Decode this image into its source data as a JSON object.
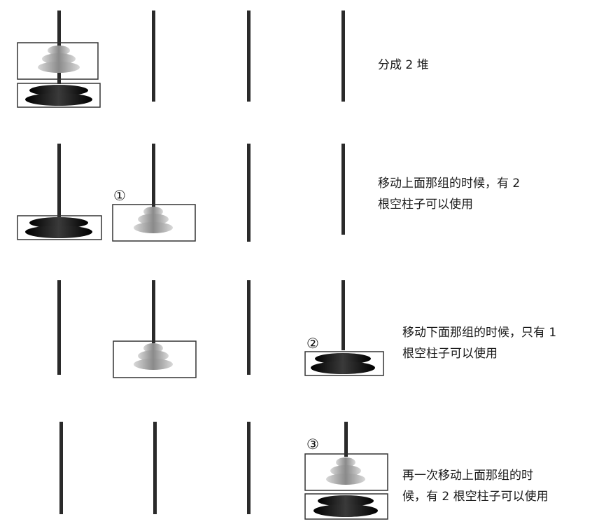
{
  "steps": [
    {
      "id": "split",
      "marker": "",
      "caption": [
        "分成 2 堆"
      ]
    },
    {
      "id": "step1",
      "marker": "①",
      "caption": [
        "移动上面那组的时候，有 2",
        "根空柱子可以使用"
      ]
    },
    {
      "id": "step2",
      "marker": "②",
      "caption": [
        "移动下面那组的时候，只有 1",
        "根空柱子可以使用"
      ]
    },
    {
      "id": "step3",
      "marker": "③",
      "caption": [
        "再一次移动上面那组的时",
        "候，有 2 根空柱子可以使用"
      ]
    }
  ],
  "colors": {
    "rod": "#2a2a2a",
    "large_disk": "#111111",
    "small_disk": "#9a9a9a",
    "box": "#333333"
  }
}
